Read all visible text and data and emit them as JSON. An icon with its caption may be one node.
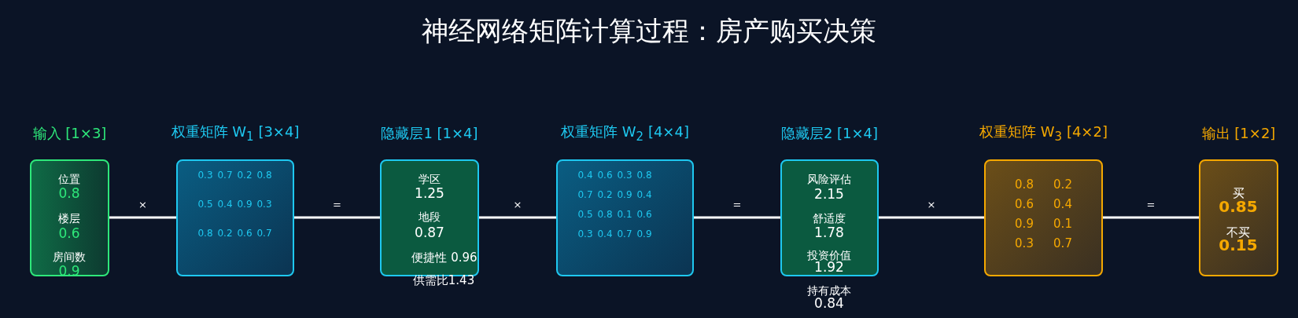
{
  "diagram": {
    "title": "神经网络矩阵计算过程：房产购买决策",
    "nodes": [
      {
        "text": [
          "输入 [1×3]",
          "位置",
          "0.8",
          "楼层",
          "0.6",
          "房间数",
          "0.9"
        ]
      },
      {
        "text": [
          "权重矩阵 W$_{1}$ [3×4]",
          "0.3",
          "0.7",
          "0.2",
          "0.8",
          "0.5",
          "0.4",
          "0.9",
          "0.3",
          "0.8",
          "0.2",
          "0.6",
          "0.7"
        ]
      },
      {
        "text": [
          "隐藏层1 [1×4]",
          "学区",
          "1.25",
          "地段",
          "0.87",
          "便捷性 0.96",
          "供需比1.43"
        ]
      },
      {
        "text": [
          "权重矩阵 W$_{2}$ [4×4]",
          "0.4",
          "0.6",
          "0.3",
          "0.8",
          "0.7",
          "0.2",
          "0.9",
          "0.4",
          "0.5",
          "0.8",
          "0.1",
          "0.6",
          "0.3",
          "0.4",
          "0.7",
          "0.9"
        ]
      },
      {
        "text": [
          "隐藏层2 [1×4]",
          "风险评估",
          "2.15",
          "舒适度",
          "1.78",
          "投资价值",
          "1.92",
          "持有成本",
          "0.84"
        ]
      },
      {
        "text": [
          "权重矩阵 W$_{3}$ [4×2]",
          "0.8",
          "0.2",
          "0.6",
          "0.4",
          "0.9",
          "0.1",
          "0.3",
          "0.7"
        ]
      },
      {
        "text": [
          "输出 [1×2]",
          "买",
          "0.85",
          "不买",
          "0.15"
        ]
      }
    ],
    "edges": [
      {
        "from": 0,
        "to": 1,
        "arrow": "none",
        "label": "×"
      },
      {
        "from": 1,
        "to": 2,
        "arrow": "none",
        "label": "="
      },
      {
        "from": 2,
        "to": 3,
        "arrow": "none",
        "label": "×"
      },
      {
        "from": 3,
        "to": 4,
        "arrow": "none",
        "label": "="
      },
      {
        "from": 4,
        "to": 5,
        "arrow": "none",
        "label": "×"
      },
      {
        "from": 5,
        "to": 6,
        "arrow": "none",
        "label": "="
      }
    ]
  }
}
